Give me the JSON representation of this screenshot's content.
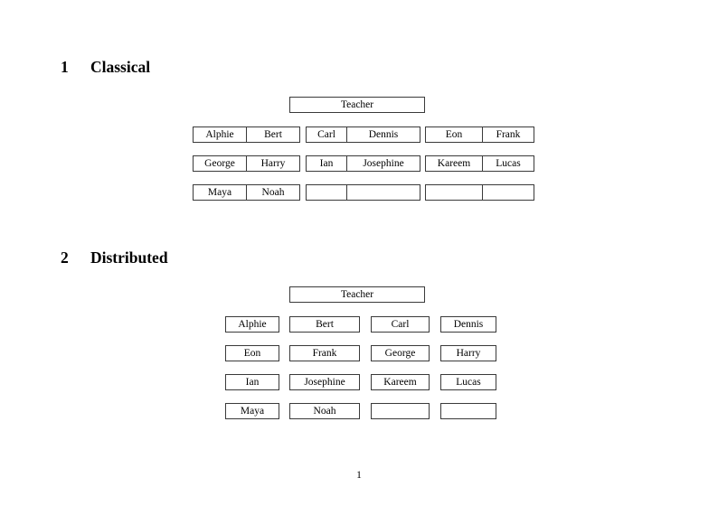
{
  "document": {
    "page_number": "1"
  },
  "sections": [
    {
      "number": "1",
      "title": "Classical",
      "teacher_label": "Teacher",
      "groups": [
        {
          "name": "group-1",
          "rows": [
            [
              "Alphie",
              "Bert"
            ],
            [
              "George",
              "Harry"
            ],
            [
              "Maya",
              "Noah"
            ]
          ]
        },
        {
          "name": "group-2",
          "rows": [
            [
              "Carl",
              "Dennis"
            ],
            [
              "Ian",
              "Josephine"
            ],
            [
              "",
              ""
            ]
          ]
        },
        {
          "name": "group-3",
          "rows": [
            [
              "Eon",
              "Frank"
            ],
            [
              "Kareem",
              "Lucas"
            ],
            [
              "",
              ""
            ]
          ]
        }
      ]
    },
    {
      "number": "2",
      "title": "Distributed",
      "teacher_label": "Teacher",
      "rows": [
        [
          "Alphie",
          "Bert",
          "Carl",
          "Dennis"
        ],
        [
          "Eon",
          "Frank",
          "George",
          "Harry"
        ],
        [
          "Ian",
          "Josephine",
          "Kareem",
          "Lucas"
        ],
        [
          "Maya",
          "Noah",
          "",
          ""
        ]
      ]
    }
  ]
}
